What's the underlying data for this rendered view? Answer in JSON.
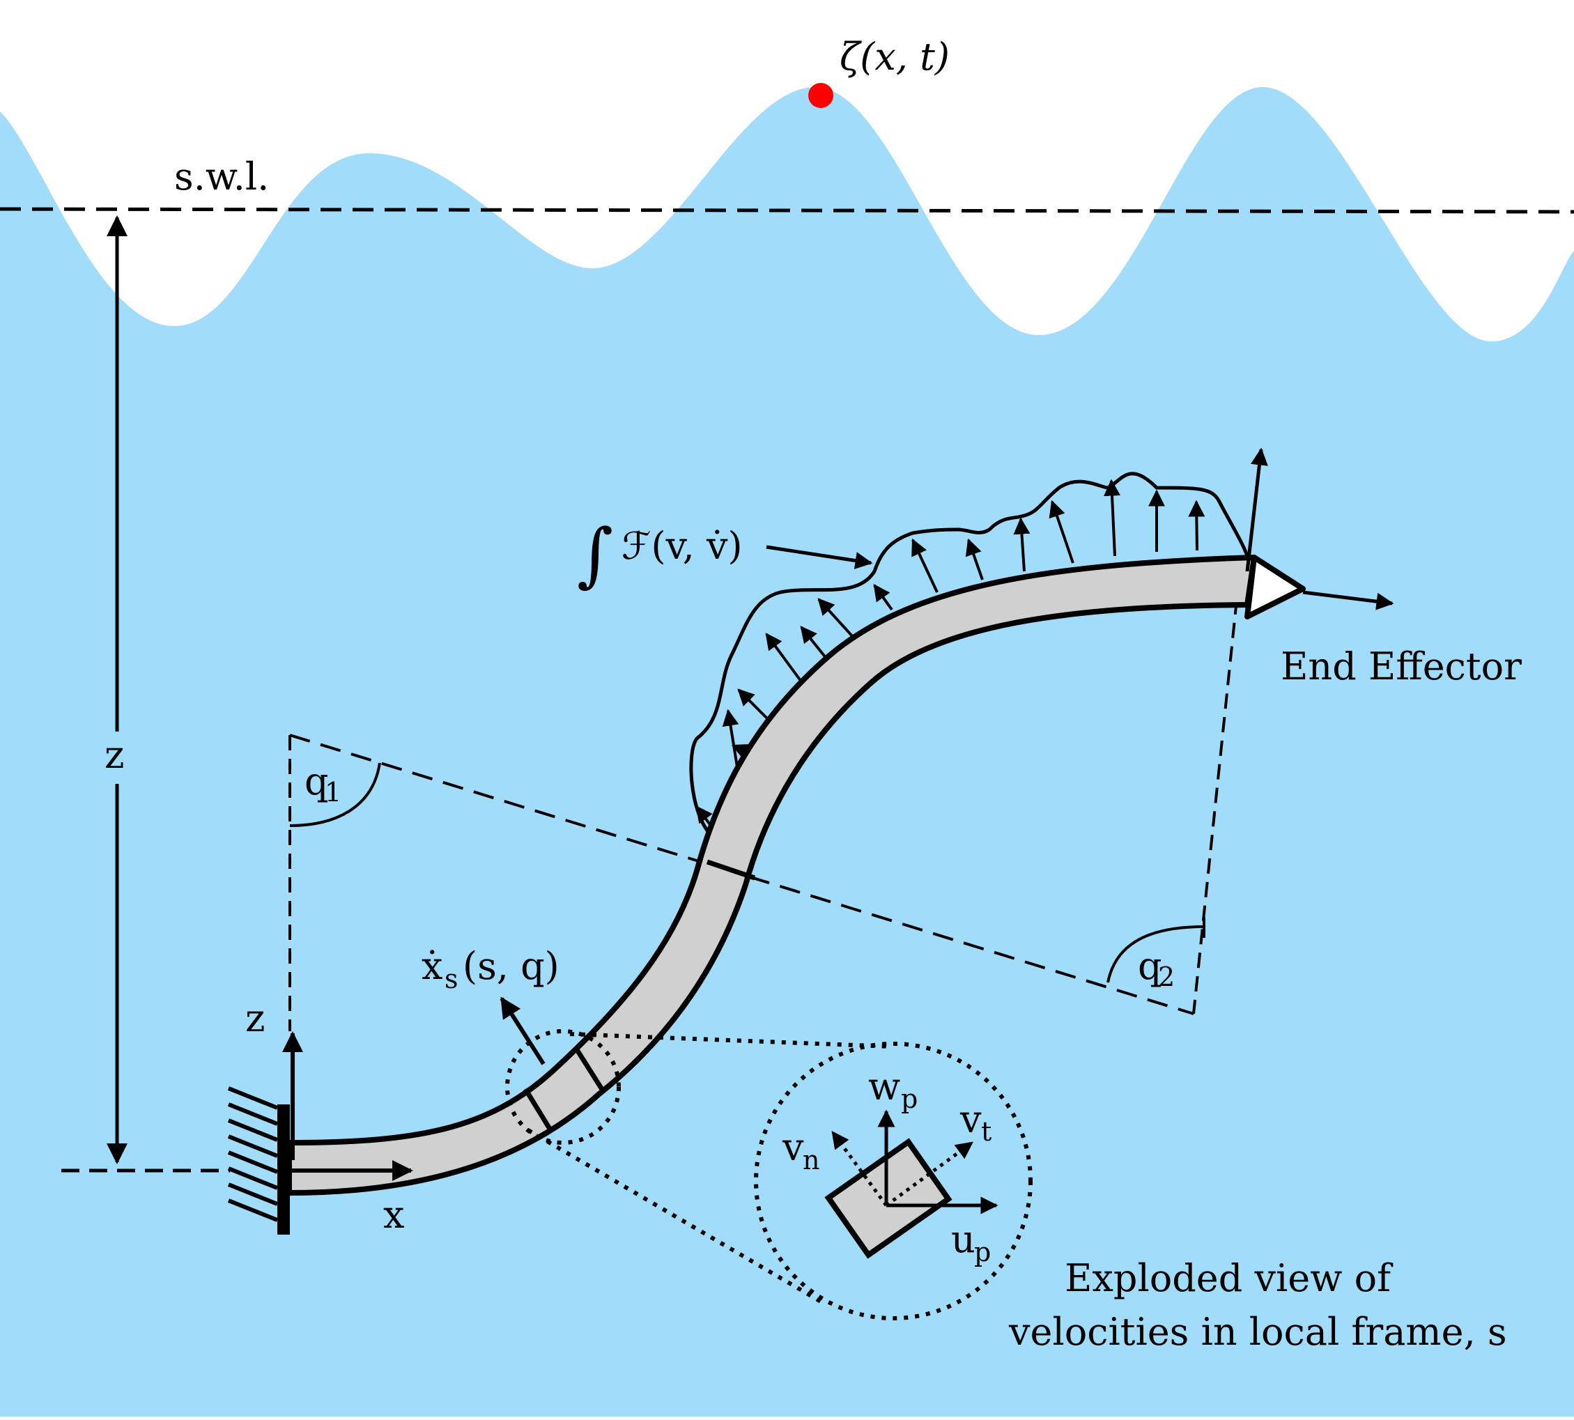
{
  "colors": {
    "water": "#a2dcfb",
    "air": "#ffffff",
    "segment_fill": "#d0d0d0",
    "crest_marker": "#ff0000",
    "ink": "#000000"
  },
  "labels": {
    "surface_elevation": "ζ(x, t)",
    "still_water_level": "s.w.l.",
    "depth_left": "z",
    "base_z": "z",
    "base_x": "x",
    "q1_main": "q",
    "q1_sub": "1",
    "q2_main": "q",
    "q2_sub": "2",
    "force_integral_sign": "∫",
    "force_expression": "ℱ(v, v̇)",
    "velocity_main": "ẋ",
    "velocity_sub": "s",
    "velocity_args": "(s, q)",
    "end_effector": "End Effector",
    "wp_main": "w",
    "wp_sub": "p",
    "vt_main": "v",
    "vt_sub": "t",
    "vn_main": "v",
    "vn_sub": "n",
    "up_main": "u",
    "up_sub": "p",
    "exploded_line1": "Exploded view of",
    "exploded_line2": "velocities in local frame, s"
  },
  "icons": {
    "fixed_support": "ground-hatch-icon",
    "end_effector": "triangle-tip-icon",
    "crest_marker": "red-dot-icon"
  }
}
